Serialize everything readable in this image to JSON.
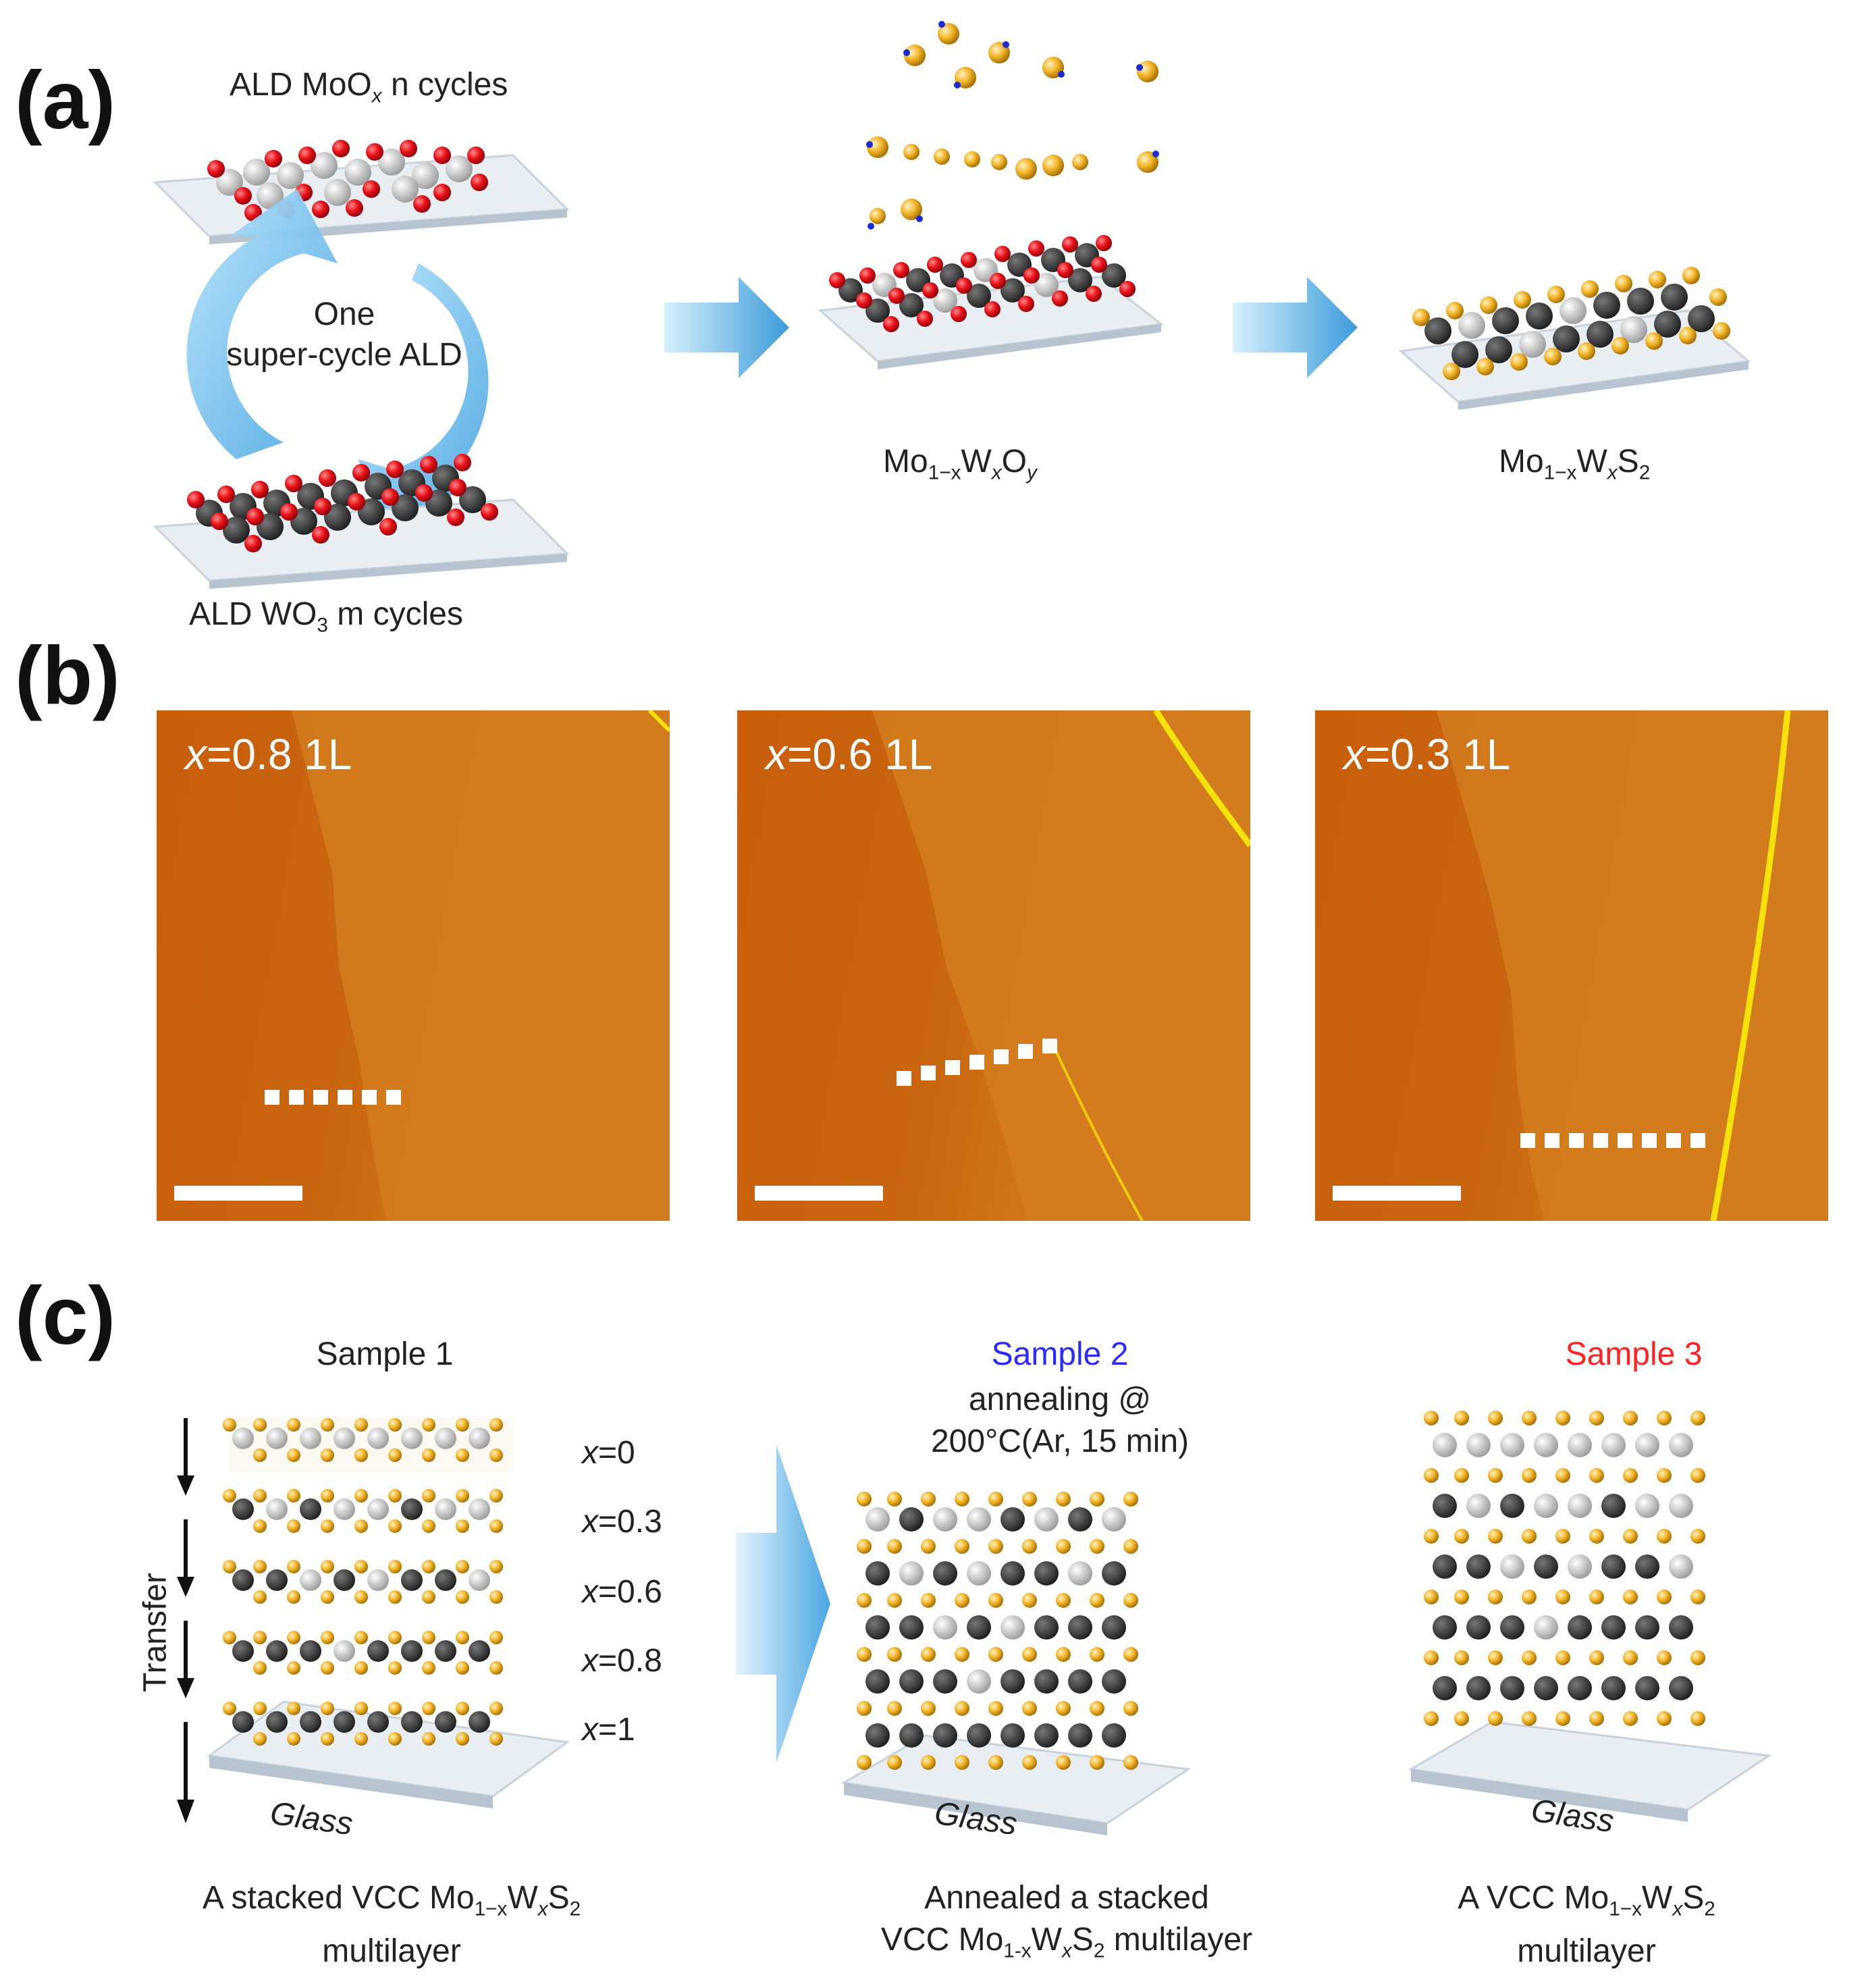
{
  "panels": {
    "a": "(a)",
    "b": "(b)",
    "c": "(c)"
  },
  "panel_a": {
    "moox_label": {
      "prefix": "ALD MoO",
      "sub": "x",
      "suffix": " n cycles"
    },
    "wo3_label": {
      "prefix": "ALD WO",
      "sub": "3",
      "suffix": " m cycles"
    },
    "cycle_line1": "One",
    "cycle_line2": "super-cycle ALD",
    "oxide_label": {
      "a": "Mo",
      "b": "1−x",
      "c": "W",
      "d": "x",
      "e": "O",
      "f": "y"
    },
    "sulfide_label": {
      "a": "Mo",
      "b": "1−x",
      "c": "W",
      "d": "x",
      "e": "S",
      "f": "2"
    }
  },
  "panel_b": {
    "images": [
      {
        "x_prefix": "x",
        "x_value": "=0.8 1L"
      },
      {
        "x_prefix": "x",
        "x_value": "=0.6 1L"
      },
      {
        "x_prefix": "x",
        "x_value": "=0.3 1L"
      }
    ]
  },
  "panel_c": {
    "sample1_title": "Sample 1",
    "sample2_title": "Sample 2",
    "sample2_color": "#2a2aff",
    "sample3_title": "Sample 3",
    "sample3_color": "#ff2222",
    "anneal_line1": "annealing @",
    "anneal_line2": "200°C(Ar, 15 min)",
    "transfer_label": "Transfer",
    "layer_labels": [
      {
        "var": "x",
        "val": "=0"
      },
      {
        "var": "x",
        "val": "=0.3"
      },
      {
        "var": "x",
        "val": "=0.6"
      },
      {
        "var": "x",
        "val": "=0.8"
      },
      {
        "var": "x",
        "val": "=1"
      }
    ],
    "glass_label": "Glass",
    "caption1": {
      "line1_prefix": "A stacked VCC Mo",
      "sub1": "1−x",
      "mid": "W",
      "sub2": "x",
      "end": "S",
      "sub3": "2",
      "line2": "multilayer"
    },
    "caption2": {
      "line1": "Annealed a stacked",
      "line2_prefix": "VCC Mo",
      "sub1": "1-x",
      "mid": "W",
      "sub2": "x",
      "end": "S",
      "sub3": "2",
      "line2_suffix": " multilayer"
    },
    "caption3": {
      "line1_prefix": "A VCC Mo",
      "sub1": "1−x",
      "mid": "W",
      "sub2": "x",
      "end": "S",
      "sub3": "2",
      "line2": "multilayer"
    }
  },
  "colors": {
    "arrow_blue": "#5bb6ea",
    "oxygen_red": "#e8121a",
    "metal_dark": "#3a3a3a",
    "sulfur_yellow": "#f2b52a",
    "afm_orange": "#c96510"
  }
}
